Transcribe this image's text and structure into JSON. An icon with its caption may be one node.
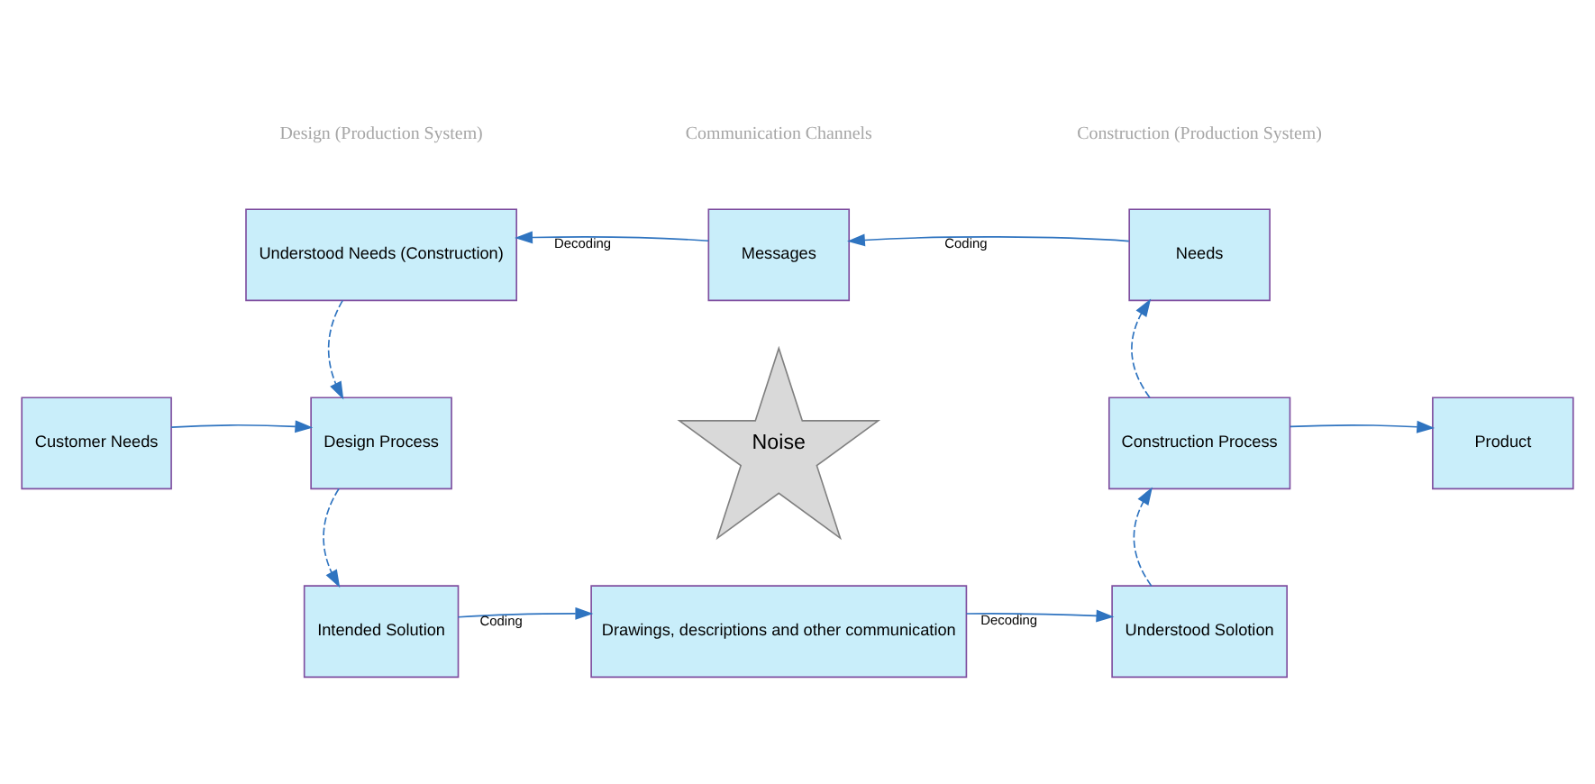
{
  "diagram": {
    "nodes": [
      {
        "text": [
          "Understood Needs (Construction)"
        ]
      },
      {
        "text": [
          "Messages"
        ]
      },
      {
        "text": [
          "Needs"
        ]
      },
      {
        "text": [
          "Customer Needs"
        ]
      },
      {
        "text": [
          "Design Process"
        ]
      },
      {
        "text": [
          "Noise"
        ]
      },
      {
        "text": [
          "Construction Process"
        ]
      },
      {
        "text": [
          "Product"
        ]
      },
      {
        "text": [
          "Intended Solution"
        ]
      },
      {
        "text": [
          "Drawings, descriptions and other communication"
        ]
      },
      {
        "text": [
          "Understood Solotion"
        ]
      }
    ],
    "edges": [
      {
        "from": 1,
        "to": 0,
        "arrow": "to",
        "label": "Decoding"
      },
      {
        "from": 2,
        "to": 1,
        "arrow": "to",
        "label": "Coding"
      },
      {
        "from": 0,
        "to": 4,
        "arrow": "to",
        "style": "dashed"
      },
      {
        "from": 3,
        "to": 4,
        "arrow": "to"
      },
      {
        "from": 4,
        "to": 8,
        "arrow": "to",
        "style": "dashed"
      },
      {
        "from": 6,
        "to": 2,
        "arrow": "to",
        "style": "dashed"
      },
      {
        "from": 6,
        "to": 7,
        "arrow": "to"
      },
      {
        "from": 8,
        "to": 9,
        "arrow": "to",
        "label": "Coding"
      },
      {
        "from": 9,
        "to": 10,
        "arrow": "to",
        "label": "Decoding"
      },
      {
        "from": 10,
        "to": 6,
        "arrow": "to",
        "style": "dashed"
      }
    ],
    "labels": [
      "Design (Production System)",
      "Communication Channels",
      "Construction (Production System)"
    ]
  }
}
